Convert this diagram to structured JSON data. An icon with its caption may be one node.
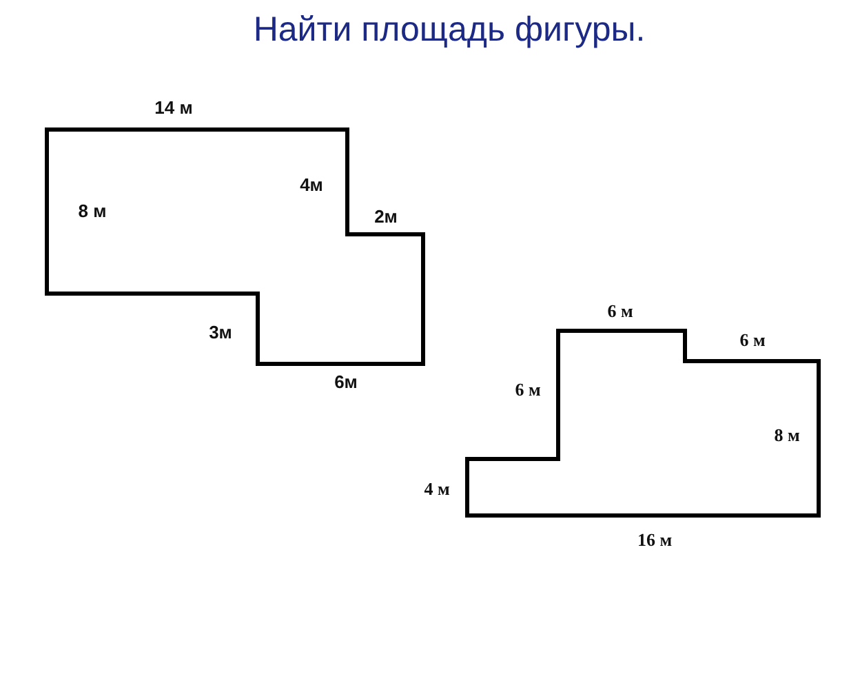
{
  "diagram": {
    "title": "Найти площадь фигуры.",
    "labels": [
      "14 м",
      "8 м",
      "4м",
      "2м",
      "3м",
      "6м",
      "6 м",
      "6 м",
      "6 м",
      "8 м",
      "4 м",
      "16 м"
    ]
  }
}
